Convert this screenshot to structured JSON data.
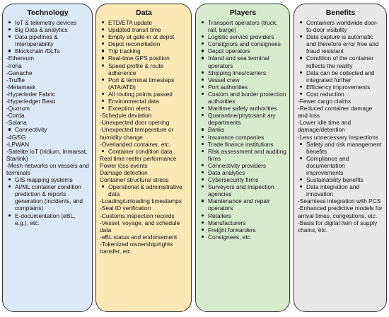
{
  "columns": [
    {
      "title": "Technology",
      "color": "#dbe8f5",
      "items": [
        {
          "t": "IoT & telemetry devices",
          "b": true
        },
        {
          "t": "Big Data & analytics",
          "b": true
        },
        {
          "t": "Data pipelines & Interoperability",
          "b": true
        },
        {
          "t": "Blockchain /DLTs",
          "b": true
        },
        {
          "t": "-Ethereum",
          "b": false
        },
        {
          "t": "-Iroha",
          "b": false
        },
        {
          "t": "-Ganache",
          "b": false
        },
        {
          "t": "-Truffle",
          "b": false
        },
        {
          "t": "-Metamask",
          "b": false
        },
        {
          "t": "-Hyperleder Fabric",
          "b": false
        },
        {
          "t": "-Hyperledger Besu",
          "b": false
        },
        {
          "t": "-Quorum",
          "b": false
        },
        {
          "t": "-Corda",
          "b": false
        },
        {
          "t": "-Solana",
          "b": false
        },
        {
          "t": "Connectivity",
          "b": true
        },
        {
          "t": "-4G/5G",
          "b": false
        },
        {
          "t": "-LPWAN",
          "b": false
        },
        {
          "t": "-Satelite IoT (Iridium, Inmarsat, Starlink)",
          "b": false
        },
        {
          "t": "-Mesh networks on vessels and terminals",
          "b": false
        },
        {
          "t": "GIS mapping systems",
          "b": true
        },
        {
          "t": "AI/ML container condition prediction & reports generation (incidents, and complains)",
          "b": true
        },
        {
          "t": "E-documentation (eBL, e.g.), etc.",
          "b": true
        }
      ]
    },
    {
      "title": "Data",
      "color": "#fbe9b5",
      "items": [
        {
          "t": "ETD/ETA update",
          "b": true
        },
        {
          "t": "Updated transit time",
          "b": true
        },
        {
          "t": "Empty at gate-in at depot",
          "b": true
        },
        {
          "t": "Depot reconciliation",
          "b": true
        },
        {
          "t": "Trip tracking",
          "b": true
        },
        {
          "t": "Real-time GPS position",
          "b": true
        },
        {
          "t": "Speed profile & route adherence",
          "b": true
        },
        {
          "t": "Port & terminal timesteps (ATA/ATD)",
          "b": true
        },
        {
          "t": "All routing points passed",
          "b": true
        },
        {
          "t": "Environmental data",
          "b": true
        },
        {
          "t": "Exception alerts:",
          "b": true
        },
        {
          "t": "-Schedule deviation",
          "b": false
        },
        {
          "t": "-Unexpected door opening",
          "b": false
        },
        {
          "t": "-Unexpected temperature or humidity change",
          "b": false
        },
        {
          "t": "-Overlanded container, etc.",
          "b": false
        },
        {
          "t": "Container condition data",
          "b": true
        },
        {
          "t": "Real time reefer performance",
          "b": false
        },
        {
          "t": "Power loss events",
          "b": false
        },
        {
          "t": "Damage detection",
          "b": false
        },
        {
          "t": "Container structural stress",
          "b": false
        },
        {
          "t": "Operational & administrative data",
          "b": true
        },
        {
          "t": "-Loading/unloading timestamps",
          "b": false
        },
        {
          "t": "-Seal ID verification",
          "b": false
        },
        {
          "t": "-Customs inspection records",
          "b": false
        },
        {
          "t": "-Vessel, voyage, and schedule data",
          "b": false
        },
        {
          "t": "-eBL status and endorsement",
          "b": false
        },
        {
          "t": "-Tokenized ownership/rights transfer, etc.",
          "b": false
        }
      ]
    },
    {
      "title": "Players",
      "color": "#d7eccf",
      "items": [
        {
          "t": "Transport operators (truck, rail, barge)",
          "b": true
        },
        {
          "t": "Logistic service providers",
          "b": true
        },
        {
          "t": "Consignors and consignees",
          "b": true
        },
        {
          "t": "Depot operators",
          "b": true
        },
        {
          "t": "Inland and sea terminal operators",
          "b": true
        },
        {
          "t": "Shipping lines/carriers",
          "b": true
        },
        {
          "t": "Vessel crew",
          "b": true
        },
        {
          "t": "Port authorities",
          "b": true
        },
        {
          "t": "Custom and border protection authorities",
          "b": true
        },
        {
          "t": "Maritime safety authorities",
          "b": true
        },
        {
          "t": "Quarantine/phytosanit ary departments",
          "b": true
        },
        {
          "t": "Banks",
          "b": true
        },
        {
          "t": "Insurance companies",
          "b": true
        },
        {
          "t": "Trade finance institutions",
          "b": true
        },
        {
          "t": "Risk assessment and auditing firms",
          "b": true
        },
        {
          "t": "Connectivity providers",
          "b": true
        },
        {
          "t": "Data analytics",
          "b": true
        },
        {
          "t": "Cybersecurity firms",
          "b": true
        },
        {
          "t": "Surveyors and inspection agencies",
          "b": true
        },
        {
          "t": "Maintenance and repair operators",
          "b": true
        },
        {
          "t": "Retailers",
          "b": true
        },
        {
          "t": "Manufacturers",
          "b": true
        },
        {
          "t": "Freight forwarders",
          "b": true
        },
        {
          "t": "Consignees, etc.",
          "b": true
        }
      ]
    },
    {
      "title": "Benefits",
      "color": "#e8e8e8",
      "items": [
        {
          "t": "Containers worldwide door-to-door visibility",
          "b": true
        },
        {
          "t": "Data capture is automatic and therefore error free and fraud resistant",
          "b": true
        },
        {
          "t": "Condition of the container reflects the reality",
          "b": true
        },
        {
          "t": "Data can be collected and integrated further",
          "b": true
        },
        {
          "t": "Efficiency improvements",
          "b": true
        },
        {
          "t": "Cost reduction",
          "b": true
        },
        {
          "t": "-Fewer cargo claims",
          "b": false
        },
        {
          "t": "-Reduced container damage and loss",
          "b": false
        },
        {
          "t": "-Lower idle time and damage/detention",
          "b": false
        },
        {
          "t": "-Less unnecessary inspections",
          "b": false
        },
        {
          "t": "Safety and risk management benefits",
          "b": true
        },
        {
          "t": "Compliance and documentation improvements",
          "b": true
        },
        {
          "t": "Sustainability benefits",
          "b": true
        },
        {
          "t": "Data integration and innovation",
          "b": true
        },
        {
          "t": "-Seamless integration with PCS",
          "b": false
        },
        {
          "t": "-Enhanced predictive models for arrival times, congestions, etc.",
          "b": false
        },
        {
          "t": "-Basis for digital twin of supply chains, etc.",
          "b": false
        }
      ]
    }
  ]
}
